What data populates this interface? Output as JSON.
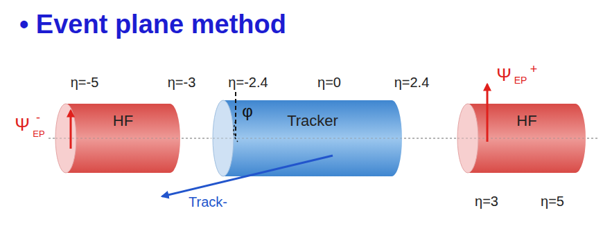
{
  "diagram": {
    "title": "• Event plane method",
    "nodes": [
      {
        "text": [
          "HF"
        ]
      },
      {
        "text": [
          "Tracker"
        ]
      },
      {
        "text": [
          "HF"
        ]
      }
    ],
    "labels": [
      "η=-5",
      "η=-3",
      "η=-2.4",
      "η=0",
      "η=2.4",
      "Ψ",
      "EP",
      "-",
      "Ψ",
      "EP",
      "+",
      "φ",
      "Track-",
      "η=3",
      "η=5"
    ]
  }
}
